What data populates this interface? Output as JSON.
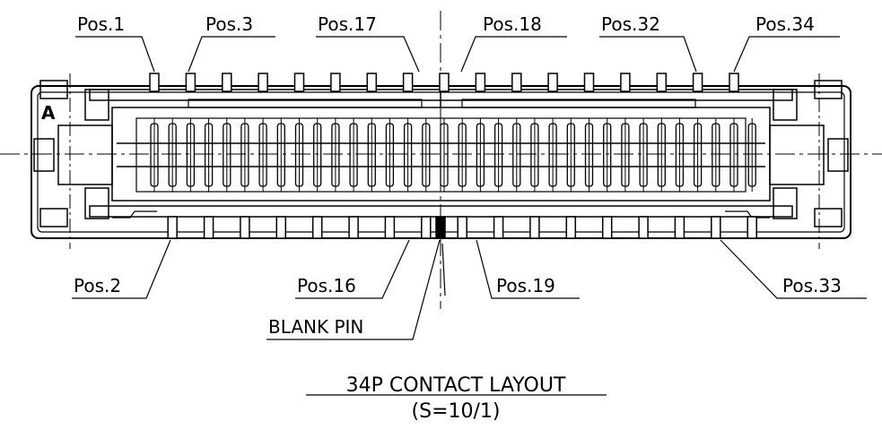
{
  "drawing": {
    "marker": "A",
    "top_labels": [
      "Pos.1",
      "Pos.3",
      "Pos.17",
      "Pos.18",
      "Pos.32",
      "Pos.34"
    ],
    "bottom_labels": [
      "Pos.2",
      "Pos.16",
      "Pos.19",
      "Pos.33"
    ],
    "blank_pin_label": "BLANK PIN",
    "title": "34P CONTACT LAYOUT",
    "scale": "(S=10/1)",
    "pins_per_row": 17,
    "blank_pin_count": 1
  },
  "colors": {
    "line": "#000000",
    "background": "#ffffff"
  }
}
